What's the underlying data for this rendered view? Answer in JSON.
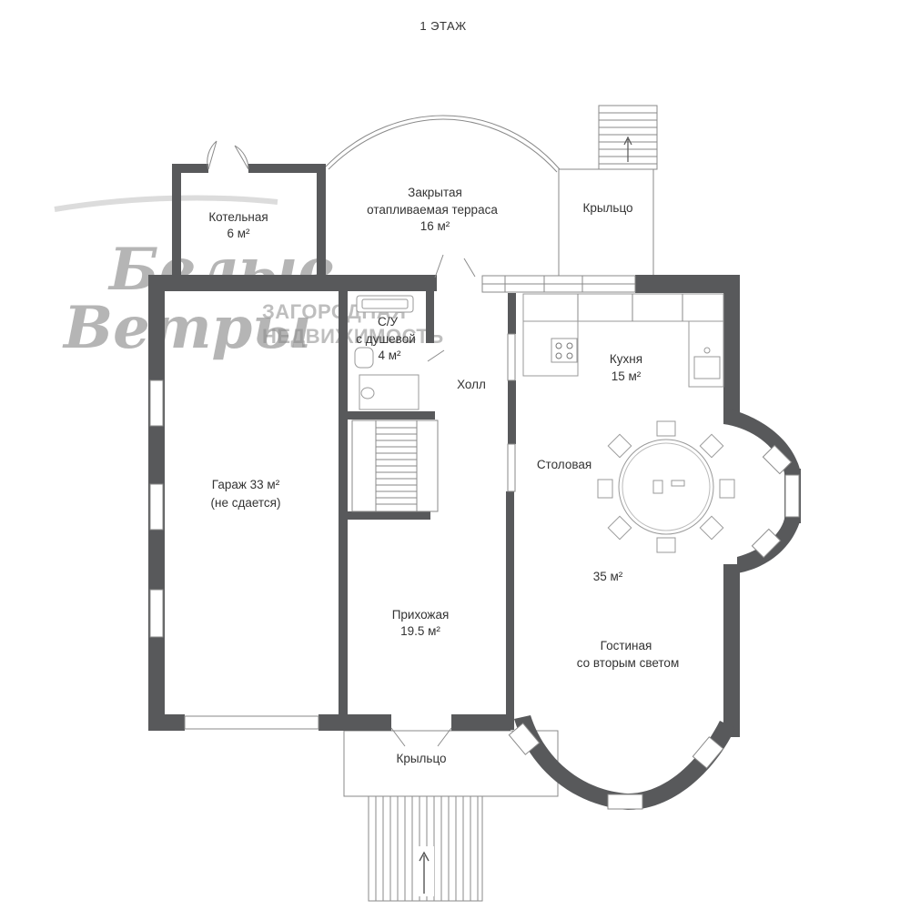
{
  "floor_title": "1 ЭТАЖ",
  "rooms": {
    "boiler": {
      "name": "Котельная",
      "area": "6 м²"
    },
    "terrace": {
      "name_line1": "Закрытая",
      "name_line2": "отапливаемая терраса",
      "area": "16 м²"
    },
    "porch_top": {
      "name": "Крыльцо"
    },
    "bathroom": {
      "name_line1": "С/У",
      "name_line2": "с душевой",
      "area": "4 м²"
    },
    "hall": {
      "name": "Холл"
    },
    "kitchen": {
      "name": "Кухня",
      "area": "15 м²"
    },
    "dining": {
      "name": "Столовая"
    },
    "garage": {
      "name_line1": "Гараж 33 м²",
      "name_line2": "(не сдается)"
    },
    "entry": {
      "name": "Прихожая",
      "area": "19.5 м²"
    },
    "living_area": {
      "area": "35 м²"
    },
    "living": {
      "name_line1": "Гостиная",
      "name_line2": "со вторым светом"
    },
    "porch_bottom": {
      "name": "Крыльцо"
    }
  },
  "watermark": {
    "script_line1": "Белые",
    "script_line2": "Ветры",
    "text_line1": "ЗАГОРОДНАЯ",
    "text_line2": "НЕДВИЖИМОСТЬ"
  },
  "colors": {
    "wall": "#58595b",
    "line": "#8a8a8a",
    "text": "#333333"
  },
  "icons": [
    "stove-icon",
    "sink-icon",
    "bathtub-icon",
    "toilet-icon",
    "dining-table-icon",
    "stairs-arrow-icon"
  ]
}
